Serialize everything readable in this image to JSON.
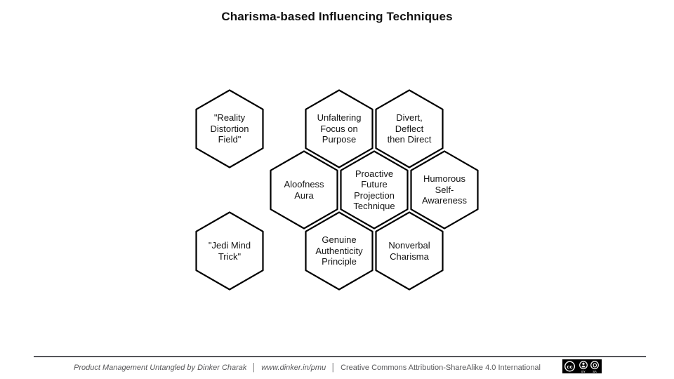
{
  "title": "Charisma-based Influencing Techniques",
  "hexagons": [
    {
      "id": "reality-distortion-field",
      "label": "\"Reality\nDistortion\nField\""
    },
    {
      "id": "unfaltering-focus-on-purpose",
      "label": "Unfaltering\nFocus on\nPurpose"
    },
    {
      "id": "divert-deflect-then-direct",
      "label": "Divert,\nDeflect\nthen Direct"
    },
    {
      "id": "aloofness-aura",
      "label": "Aloofness\nAura"
    },
    {
      "id": "proactive-future-projection-technique",
      "label": "Proactive\nFuture\nProjection\nTechnique"
    },
    {
      "id": "humorous-self-awareness",
      "label": "Humorous\nSelf-\nAwareness"
    },
    {
      "id": "jedi-mind-trick",
      "label": "\"Jedi Mind\nTrick\""
    },
    {
      "id": "genuine-authenticity-principle",
      "label": "Genuine\nAuthenticity\nPrinciple"
    },
    {
      "id": "nonverbal-charisma",
      "label": "Nonverbal\nCharisma"
    }
  ],
  "footer": {
    "credit": "Product Management Untangled by Dinker Charak",
    "url": "www.dinker.in/pmu",
    "license": "Creative Commons Attribution-ShareAlike 4.0 International",
    "separator": "│",
    "badge": {
      "cc": "cc",
      "by": "BY",
      "sa": "SA"
    }
  },
  "colors": {
    "background": "#ffffff",
    "hex_stroke": "#000000",
    "hex_fill": "#ffffff",
    "text": "#141414",
    "footer_text": "#58585a",
    "divider": "#55565a",
    "badge_bg": "#000000",
    "badge_fg": "#ffffff"
  }
}
